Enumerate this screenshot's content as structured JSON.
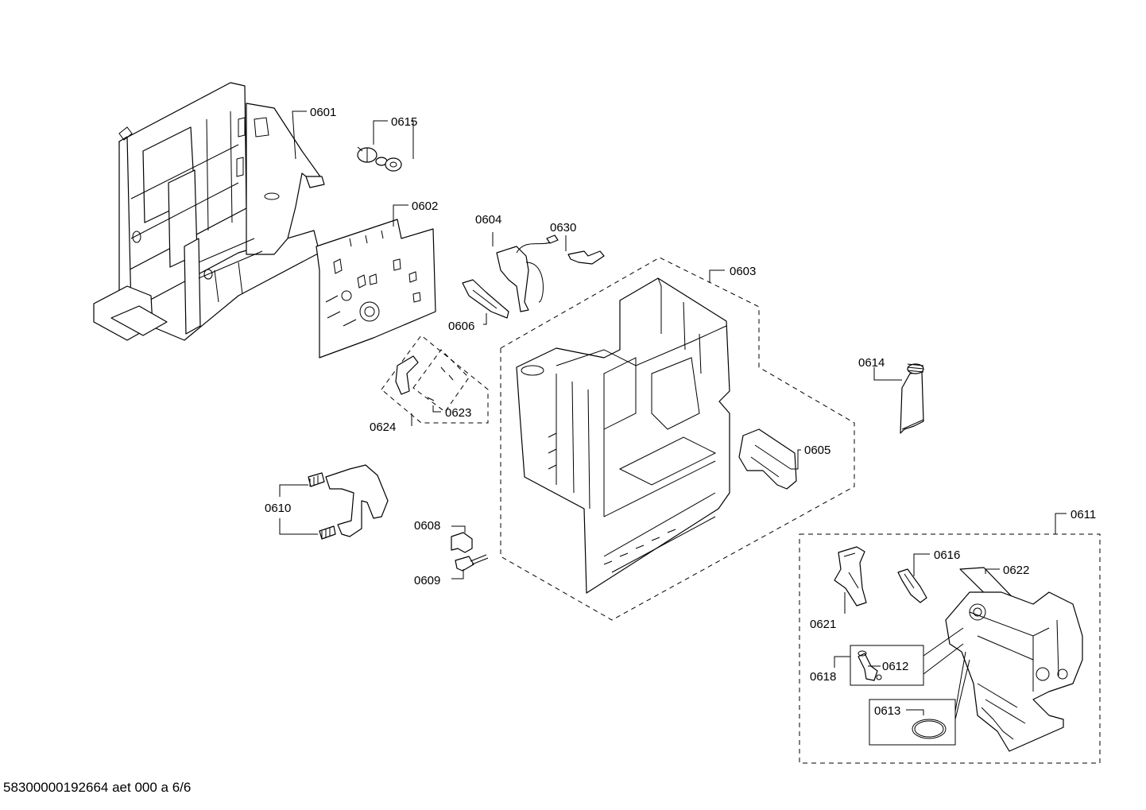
{
  "diagram": {
    "labels": {
      "p0601": "0601",
      "p0602": "0602",
      "p0603": "0603",
      "p0604": "0604",
      "p0605": "0605",
      "p0606": "0606",
      "p0608": "0608",
      "p0609": "0609",
      "p0610": "0610",
      "p0611": "0611",
      "p0612": "0612",
      "p0613": "0613",
      "p0614": "0614",
      "p0615": "0615",
      "p0616": "0616",
      "p0618": "0618",
      "p0621": "0621",
      "p0622": "0622",
      "p0623": "0623",
      "p0624": "0624",
      "p0630": "0630"
    },
    "footer": "58300000192664 aet 000 a 6/6"
  }
}
